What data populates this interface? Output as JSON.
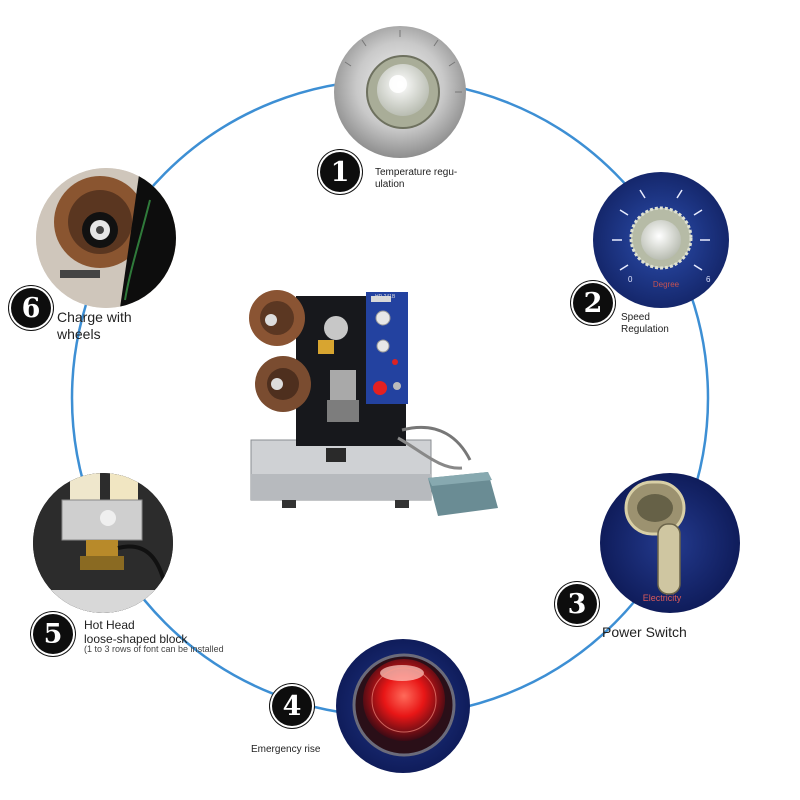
{
  "features": [
    {
      "number": "1",
      "label": "Temperature regu-\nulation",
      "icon": "temperature-knob"
    },
    {
      "number": "2",
      "label": "Speed\nRegulation",
      "icon": "speed-dial",
      "dial_text": "Degree"
    },
    {
      "number": "3",
      "label": "Power Switch",
      "icon": "toggle-switch",
      "dial_text": "Electricity"
    },
    {
      "number": "4",
      "label": "Emergency rise",
      "icon": "red-emergency-button"
    },
    {
      "number": "5",
      "label": "Hot Head\nloose-shaped block",
      "note": "(1 to 3 rows of font can be installed",
      "icon": "hot-head"
    },
    {
      "number": "6",
      "label": "Charge with\nwheels",
      "icon": "ribbon-wheel"
    }
  ],
  "machine": {
    "model_plate": "HP-241B",
    "icon": "hot-stamp-coding-machine"
  },
  "colors": {
    "ring": "#3d8fd4",
    "badge": "#0d0d0d",
    "panel_blue": "#1f3f99",
    "emergency_red": "#e81616"
  }
}
